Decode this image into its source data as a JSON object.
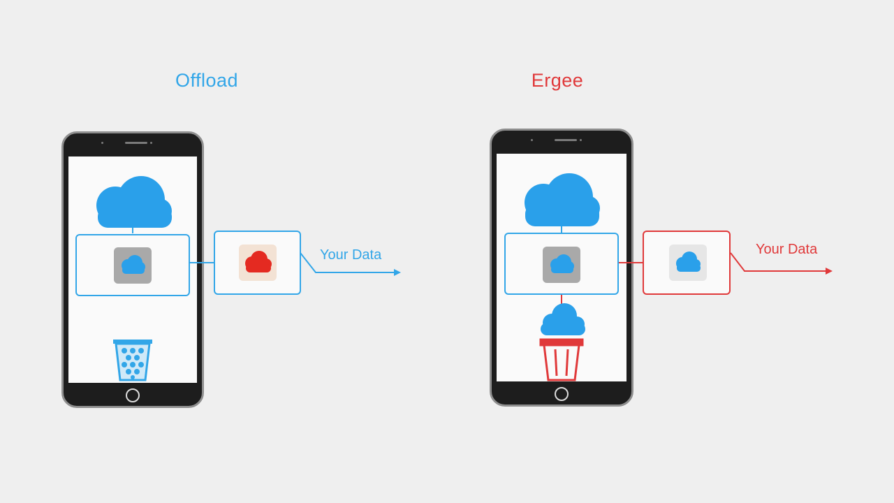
{
  "panels": {
    "left": {
      "title": "Offload",
      "data_label": "Your Data"
    },
    "right": {
      "title": "Ergee",
      "data_label": "Your Data"
    }
  },
  "colors": {
    "blue": "#32a6e8",
    "cloud_blue": "#2aa0ea",
    "red": "#e0393a",
    "cloud_red": "#e42a21",
    "phone_body": "#1d1d1d",
    "tile_gray": "#a9a9a9"
  },
  "icons": [
    "cloud-icon",
    "app-icon",
    "trash-icon",
    "arrow-icon",
    "phone"
  ]
}
